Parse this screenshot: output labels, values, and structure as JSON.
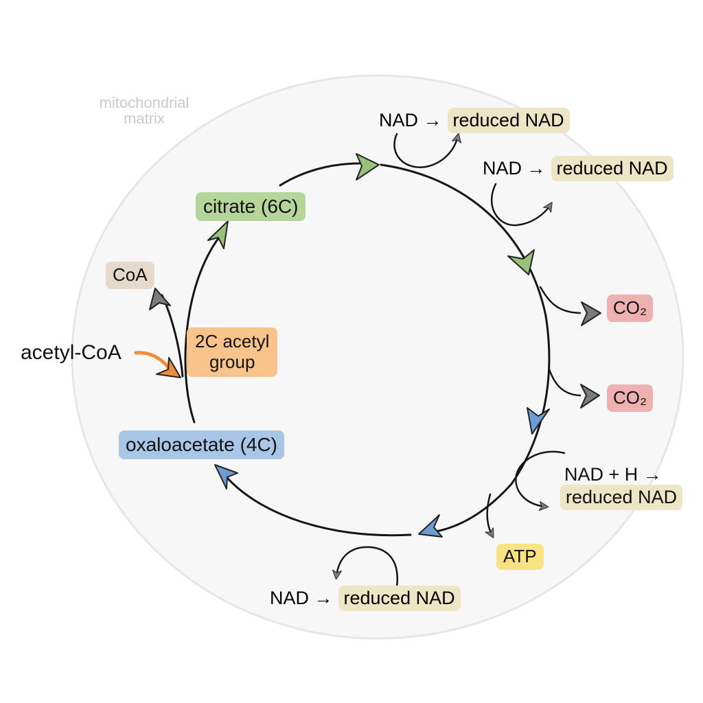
{
  "region": {
    "label": "mitochondrial\nmatrix"
  },
  "molecules": {
    "citrate": "citrate (6C)",
    "oxaloacetate": "oxaloacetate (4C)",
    "acetyl_coa": "acetyl-CoA",
    "coa": "CoA",
    "acetyl_group": "2C acetyl\ngroup"
  },
  "products": {
    "nad_1": {
      "from": "NAD →",
      "to": "reduced NAD"
    },
    "nad_2": {
      "from": "NAD →",
      "to": "reduced NAD"
    },
    "co2_1": "CO₂",
    "co2_2": "CO₂",
    "nad_3": {
      "from": "NAD + H →",
      "to": "reduced NAD"
    },
    "atp": "ATP",
    "nad_4": {
      "from": "NAD →",
      "to": "reduced NAD"
    }
  },
  "colors": {
    "citrate": "#b5d69a",
    "oxaloacetate": "#a9c6e6",
    "acetyl_group": "#f8c48c",
    "coa": "#e5d9cc",
    "reduced_nad": "#ece5c6",
    "co2": "#eeb1b0",
    "atp": "#f8e284",
    "green_arrow": "#98c27b",
    "blue_arrow": "#6e9bd3",
    "orange_arrow": "#ef8d39",
    "gray_arrow": "#7b7b7b",
    "matrix_fill": "#f7f7f7",
    "matrix_stroke": "#e6e6e6"
  }
}
